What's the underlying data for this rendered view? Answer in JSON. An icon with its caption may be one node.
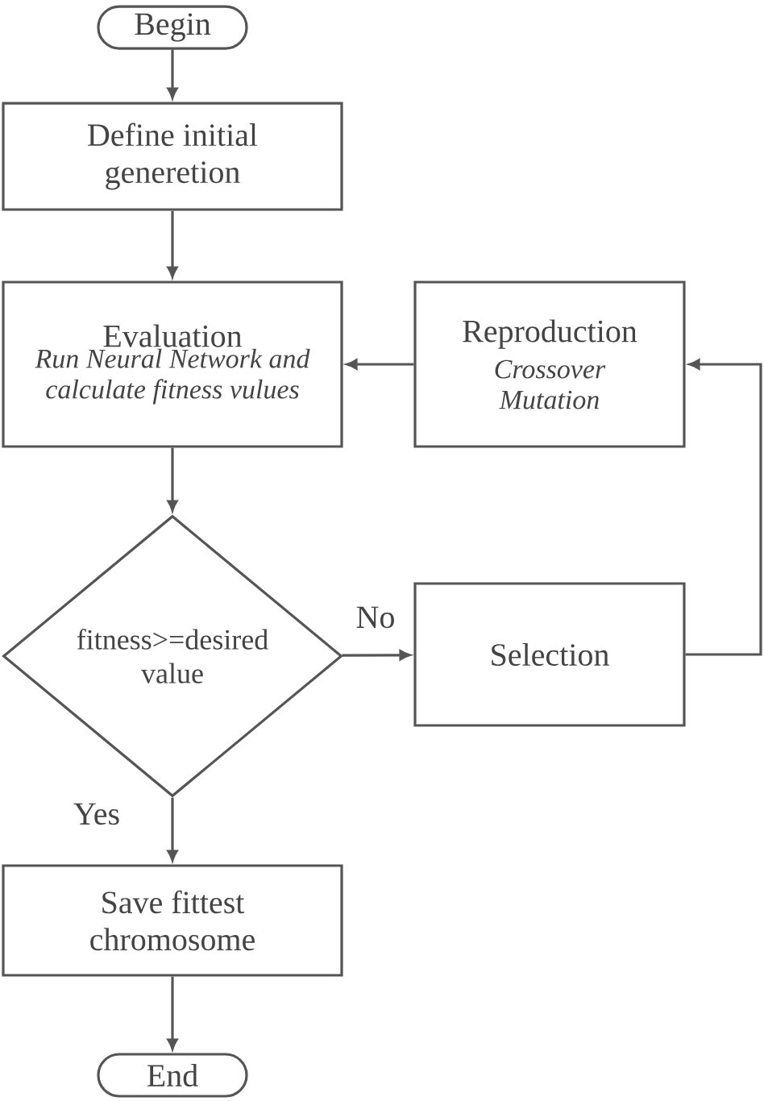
{
  "diagram": {
    "nodes": [
      {
        "text": [
          "Begin"
        ]
      },
      {
        "text": [
          "Define initial generetion"
        ]
      },
      {
        "text": [
          "Evaluation",
          "Run Neural Network and calculate fitness vulues"
        ]
      },
      {
        "text": [
          "Reproduction",
          "Crossover Mutation"
        ]
      },
      {
        "text": [
          "fitness>=desired value"
        ]
      },
      {
        "text": [
          "Selection"
        ]
      },
      {
        "text": [
          "Save fittest chromosome"
        ]
      },
      {
        "text": [
          "End"
        ]
      }
    ],
    "edges": [
      {
        "from": 0,
        "to": 1,
        "arrow": "to"
      },
      {
        "from": 1,
        "to": 2,
        "arrow": "to"
      },
      {
        "from": 2,
        "to": 4,
        "arrow": "to"
      },
      {
        "from": 4,
        "to": 5,
        "arrow": "to",
        "label": "No"
      },
      {
        "from": 5,
        "to": 3,
        "arrow": "to"
      },
      {
        "from": 3,
        "to": 2,
        "arrow": "to"
      },
      {
        "from": 4,
        "to": 6,
        "arrow": "to",
        "label": "Yes"
      },
      {
        "from": 6,
        "to": 7,
        "arrow": "to"
      }
    ]
  }
}
